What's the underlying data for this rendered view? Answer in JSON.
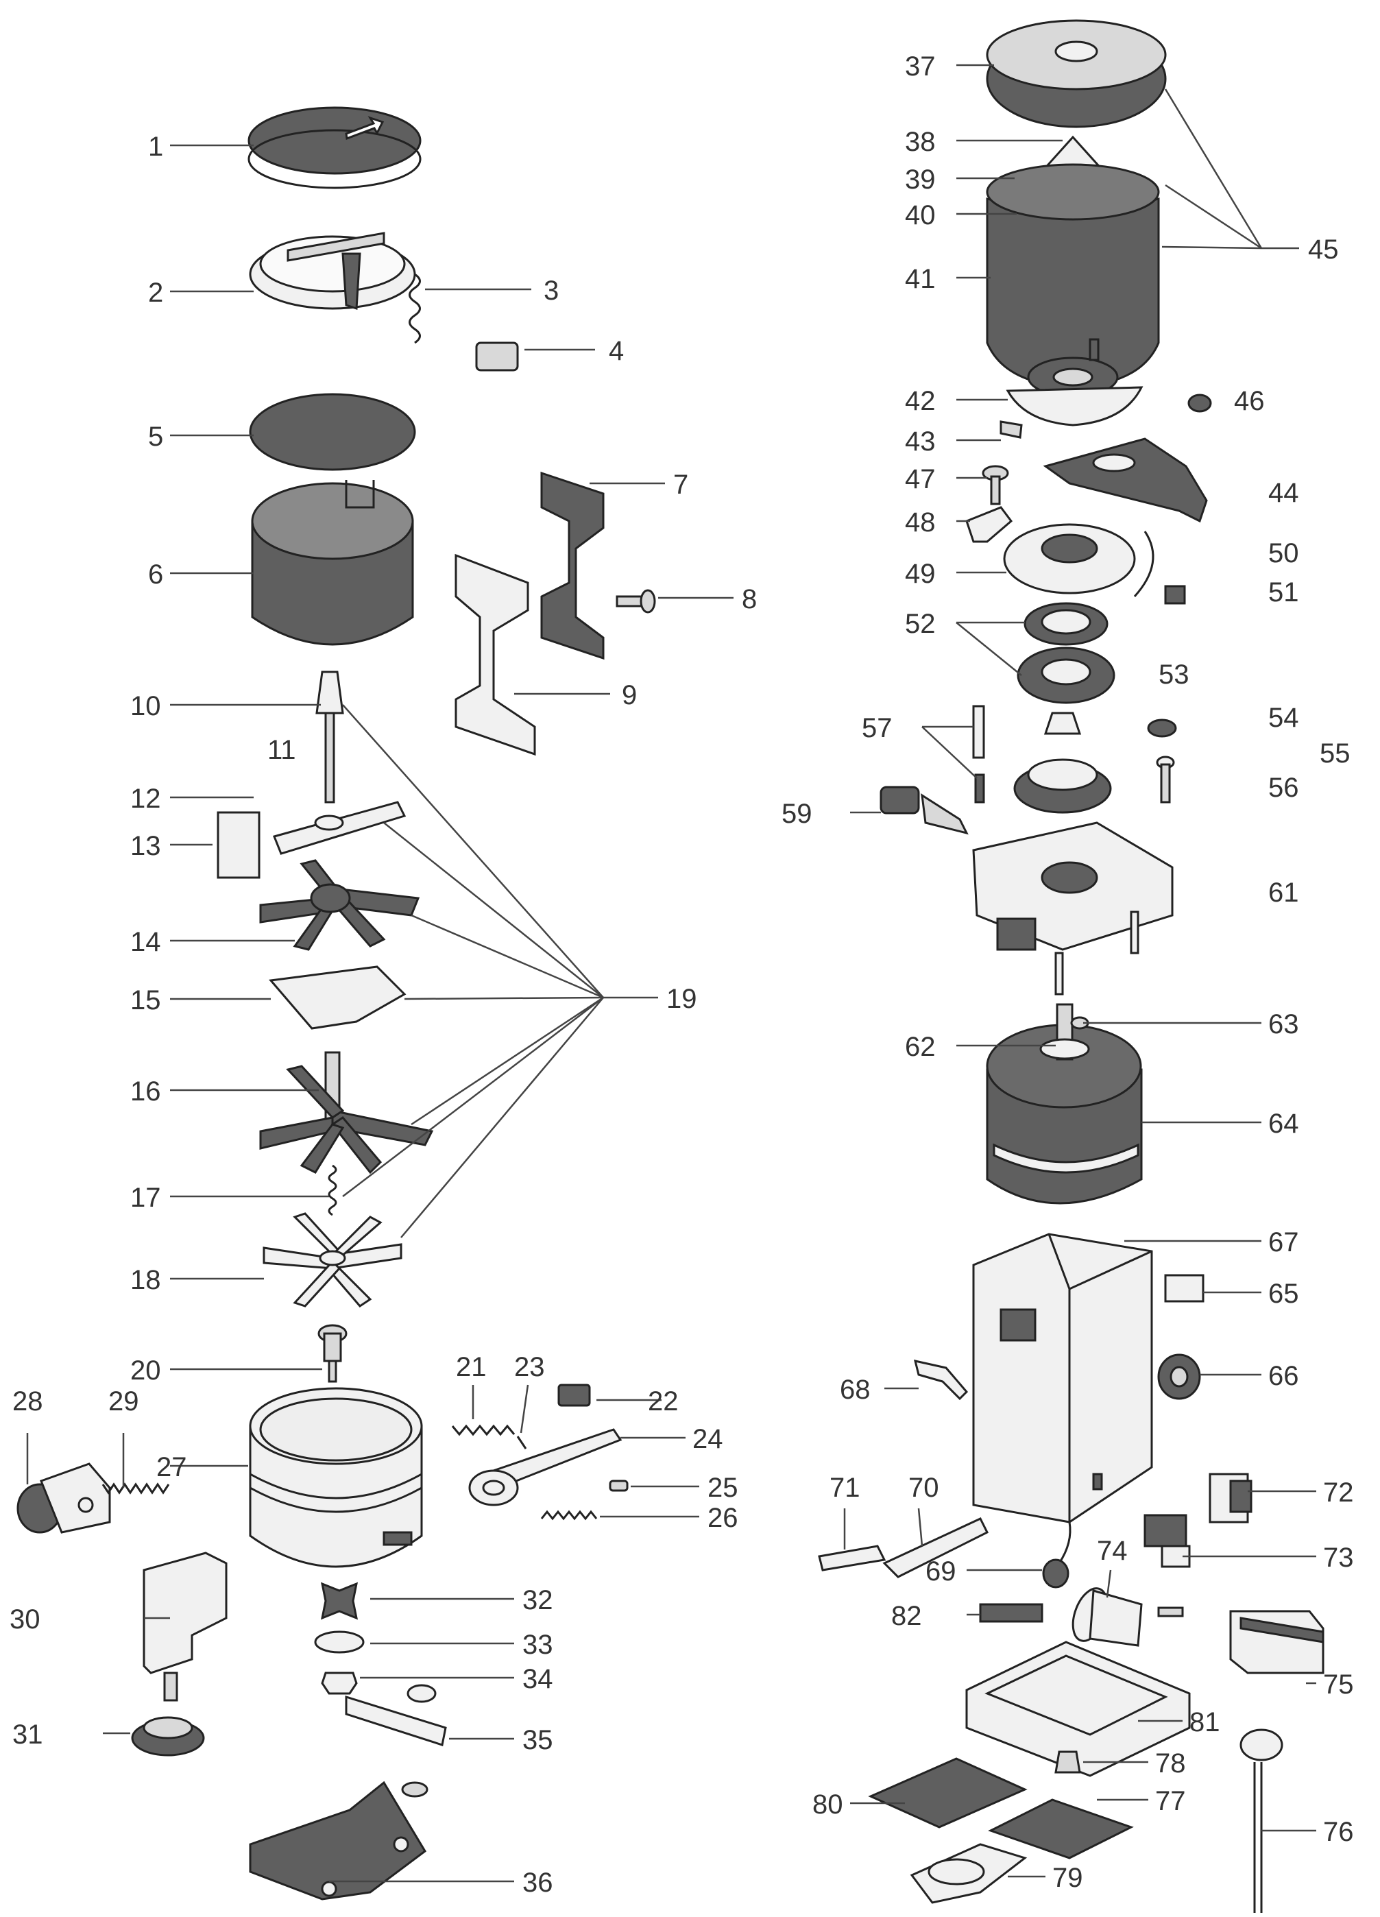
{
  "diagram": {
    "labels": [
      "1",
      "2",
      "3",
      "4",
      "5",
      "6",
      "7",
      "8",
      "9",
      "10",
      "11",
      "12",
      "13",
      "14",
      "15",
      "16",
      "17",
      "18",
      "19",
      "20",
      "21",
      "22",
      "23",
      "24",
      "25",
      "26",
      "27",
      "28",
      "29",
      "30",
      "31",
      "32",
      "33",
      "34",
      "35",
      "36",
      "37",
      "38",
      "39",
      "40",
      "41",
      "42",
      "43",
      "44",
      "45",
      "46",
      "47",
      "48",
      "49",
      "50",
      "51",
      "52",
      "53",
      "54",
      "55",
      "56",
      "57",
      "59",
      "61",
      "62",
      "63",
      "64",
      "65",
      "66",
      "67",
      "68",
      "69",
      "70",
      "71",
      "72",
      "73",
      "74",
      "75",
      "76",
      "77",
      "78",
      "79",
      "80",
      "81",
      "82"
    ]
  }
}
